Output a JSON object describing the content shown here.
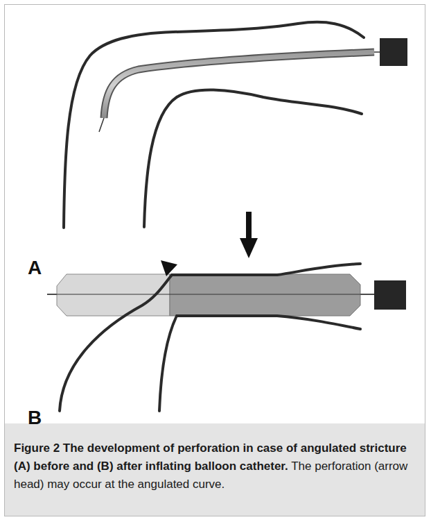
{
  "diagram": {
    "caption": "Figure 2 The development of perforation in case of angulated stricture (A) before and (B) after inflating balloon catheter.",
    "labels": [
      "A",
      "B",
      "The perforation (arrow head) may occur at the angulated curve."
    ]
  }
}
